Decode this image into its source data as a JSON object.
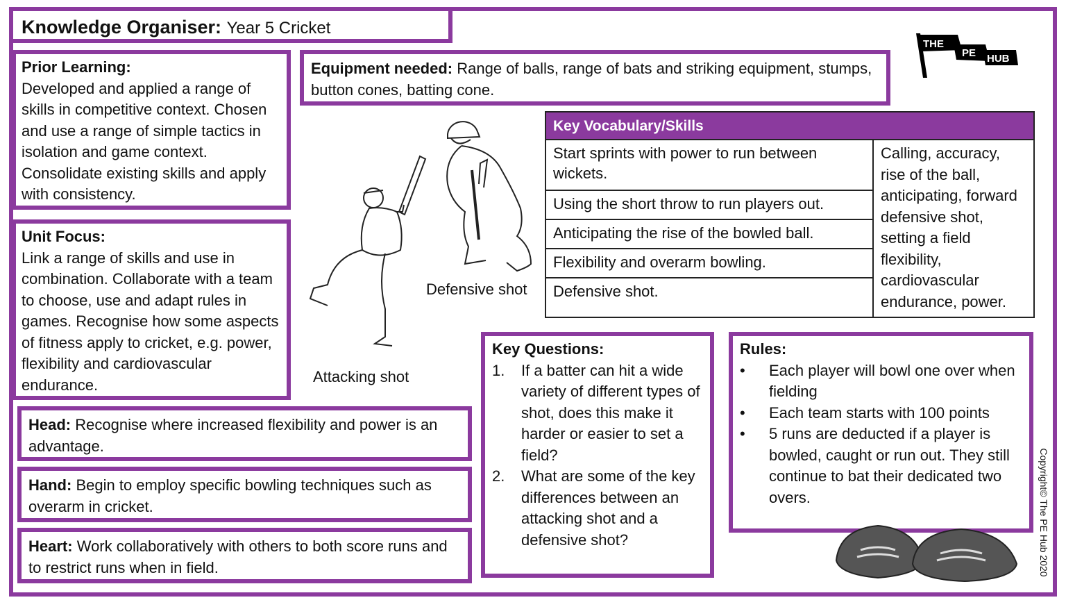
{
  "title": {
    "bold": "Knowledge Organiser:",
    "rest": "Year 5 Cricket"
  },
  "logo": {
    "words": [
      "THE",
      "PE",
      "HUB"
    ]
  },
  "prior": {
    "heading": "Prior Learning:",
    "text": "Developed and applied a range of skills in competitive context. Chosen and use a range of simple tactics in isolation and game context.  Consolidate existing skills and apply with consistency."
  },
  "unit": {
    "heading": "Unit Focus:",
    "text": "Link a range of skills and use in combination. Collaborate with a team to choose, use and adapt rules in games. Recognise how some aspects of fitness apply to cricket, e.g. power, flexibility and cardiovascular endurance."
  },
  "equipment": {
    "heading": "Equipment needed:",
    "text": "Range of balls, range of bats and striking equipment, stumps, button cones, batting cone."
  },
  "captions": {
    "defensive": "Defensive shot",
    "attacking": "Attacking shot"
  },
  "vocab": {
    "heading": "Key Vocabulary/Skills",
    "skills": [
      "Start sprints with power to run between wickets.",
      "Using the short throw to run players out.",
      "Anticipating the rise of the bowled ball.",
      "Flexibility and overarm bowling.",
      "Defensive shot."
    ],
    "words": "Calling, accuracy, rise of the ball, anticipating, forward defensive shot, setting a field flexibility, cardiovascular endurance, power."
  },
  "head": {
    "heading": "Head:",
    "text": "Recognise where increased flexibility and power is an advantage."
  },
  "hand": {
    "heading": "Hand:",
    "text": "Begin to employ specific bowling techniques such as overarm in cricket."
  },
  "heart": {
    "heading": "Heart:",
    "text": "Work collaboratively with others to both score runs and to restrict runs when in field."
  },
  "questions": {
    "heading": "Key Questions:",
    "items": [
      {
        "n": "1.",
        "t": "If a batter can hit a wide variety of different types of shot, does this make it harder or easier to set a field?"
      },
      {
        "n": "2.",
        "t": "What are some of the key differences between an attacking shot and a defensive shot?"
      }
    ]
  },
  "rules": {
    "heading": "Rules:",
    "bullet": "•",
    "items": [
      "Each player will bowl one over when fielding",
      "Each team starts with 100 points",
      "5 runs are deducted if a player is bowled, caught or run out. They still continue to bat their dedicated two overs."
    ]
  },
  "copyright": "Copyright© The PE Hub 2020",
  "colors": {
    "accent": "#8b3a9e"
  }
}
